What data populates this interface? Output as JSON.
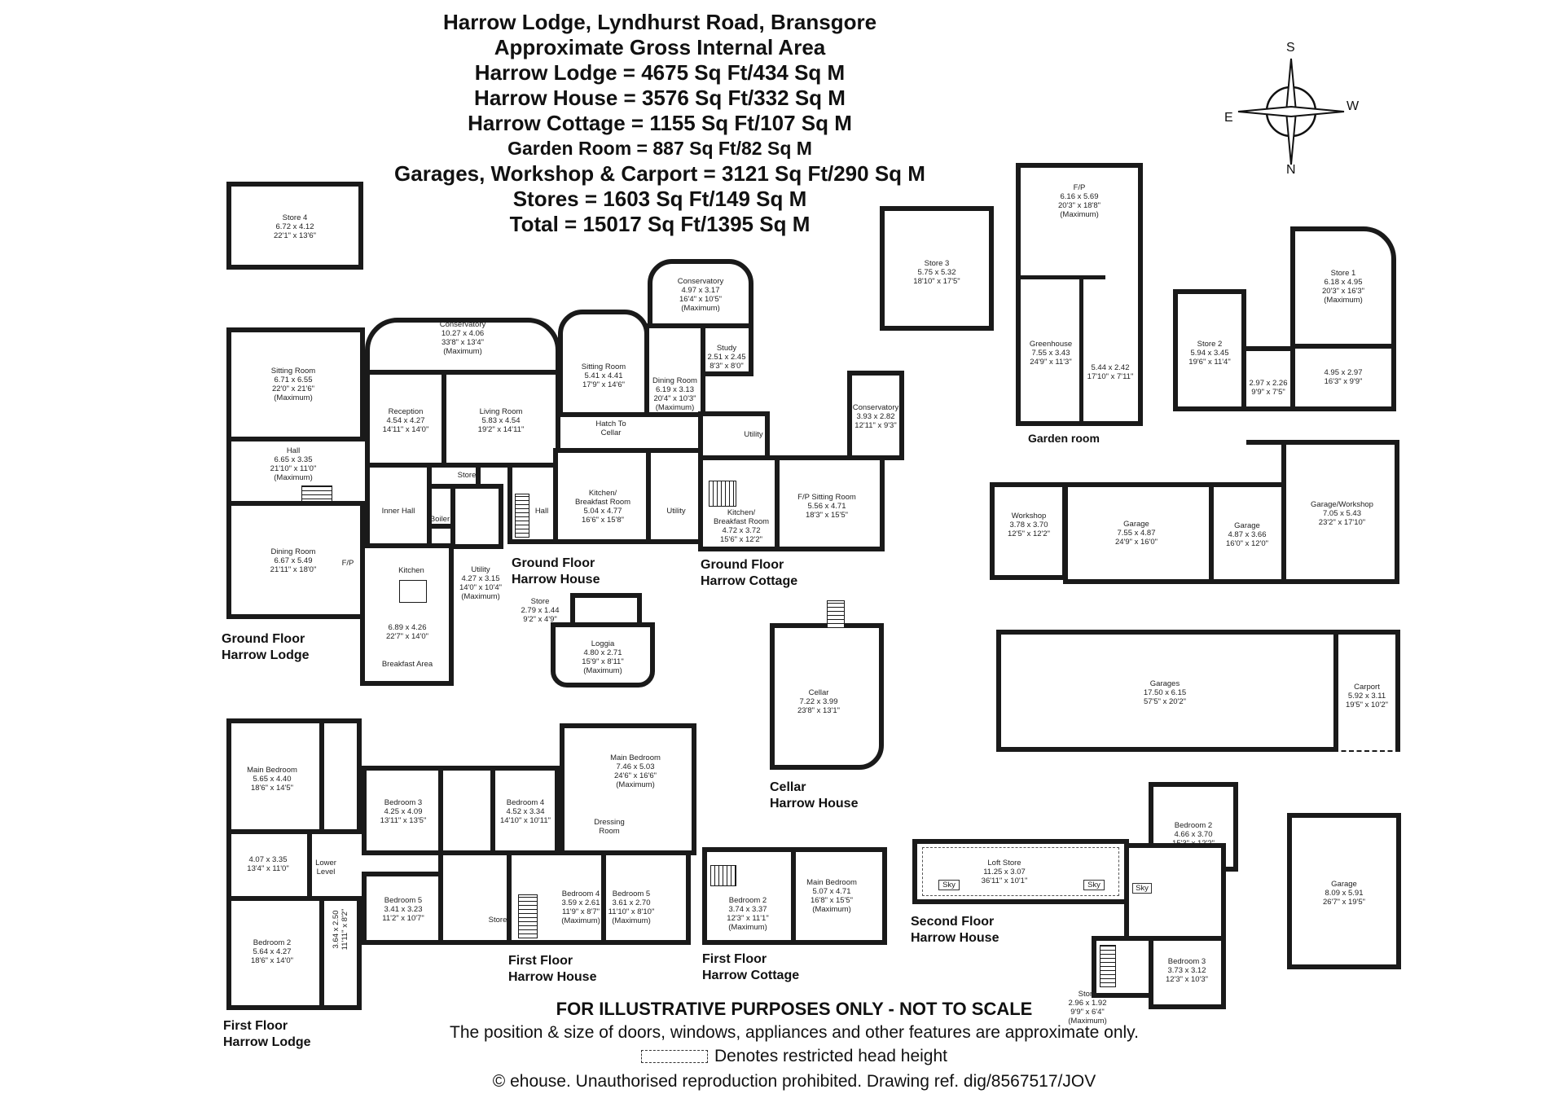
{
  "header": {
    "title": "Harrow Lodge, Lyndhurst Road, Bransgore",
    "subtitle": "Approximate Gross Internal Area",
    "areas": [
      "Harrow Lodge = 4675 Sq Ft/434 Sq M",
      "Harrow House = 3576 Sq Ft/332 Sq M",
      "Harrow Cottage = 1155 Sq Ft/107 Sq M",
      "Garden Room = 887 Sq Ft/82 Sq M",
      "Garages, Workshop & Carport = 3121 Sq Ft/290 Sq M",
      "Stores = 1603 Sq Ft/149 Sq M",
      "Total = 15017 Sq Ft/1395 Sq M"
    ]
  },
  "compass": {
    "n": "S",
    "s": "N",
    "e": "W",
    "w": "E"
  },
  "floor_labels": {
    "gf_lodge": [
      "Ground Floor",
      "Harrow Lodge"
    ],
    "gf_house": [
      "Ground Floor",
      "Harrow House"
    ],
    "gf_cottage": [
      "Ground Floor",
      "Harrow Cottage"
    ],
    "garden_room": [
      "Garden room"
    ],
    "cellar": [
      "Cellar",
      "Harrow House"
    ],
    "ff_lodge": [
      "First Floor",
      "Harrow Lodge"
    ],
    "ff_house": [
      "First Floor",
      "Harrow House"
    ],
    "ff_cottage": [
      "First Floor",
      "Harrow Cottage"
    ],
    "sf_house": [
      "Second Floor",
      "Harrow House"
    ]
  },
  "rooms": {
    "store4": [
      "Store 4",
      "6.72 x 4.12",
      "22'1\" x 13'6\""
    ],
    "store3": [
      "Store 3",
      "5.75 x 5.32",
      "18'10\" x 17'5\""
    ],
    "store2": [
      "Store 2",
      "5.94 x 3.45",
      "19'6\" x 11'4\""
    ],
    "store1": [
      "Store 1",
      "6.18 x 4.95",
      "20'3\" x 16'3\"",
      "(Maximum)"
    ],
    "store_small1": [
      "",
      "2.97 x 2.26",
      "9'9\" x 7'5\""
    ],
    "store_small2": [
      "",
      "4.95 x 2.97",
      "16'3\" x 9'9\""
    ],
    "gr_top": [
      "F/P",
      "6.16 x 5.69",
      "20'3\" x 18'8\"",
      "(Maximum)"
    ],
    "greenhouse": [
      "Greenhouse",
      "7.55 x 3.43",
      "24'9\" x 11'3\""
    ],
    "gr_side": [
      "",
      "5.44 x 2.42",
      "17'10\" x 7'11\""
    ],
    "sitting_lodge": [
      "Sitting Room",
      "6.71 x 6.55",
      "22'0\" x 21'6\"",
      "(Maximum)"
    ],
    "hall_lodge": [
      "Hall",
      "6.65 x 3.35",
      "21'10\" x 11'0\"",
      "(Maximum)"
    ],
    "dining_lodge": [
      "Dining Room",
      "6.67 x 5.49",
      "21'11\" x 18'0\""
    ],
    "conservatory_lodge": [
      "Conservatory",
      "10.27 x 4.06",
      "33'8\" x 13'4\"",
      "(Maximum)"
    ],
    "reception": [
      "Reception",
      "4.54 x 4.27",
      "14'11\" x 14'0\""
    ],
    "living": [
      "Living Room",
      "5.83 x 4.54",
      "19'2\" x 14'11\""
    ],
    "inner_hall": [
      "Inner Hall"
    ],
    "store_lodge": [
      "Store"
    ],
    "boiler": [
      "Boiler"
    ],
    "utility_lodge": [
      "Utility",
      "4.27 x 3.15",
      "14'0\" x 10'4\"",
      "(Maximum)"
    ],
    "kitchen_lodge": [
      "Kitchen"
    ],
    "kitchen_dims": [
      "",
      "6.89 x 4.26",
      "22'7\" x 14'0\""
    ],
    "breakfast": [
      "Breakfast Area"
    ],
    "sitting_house": [
      "Sitting Room",
      "5.41 x 4.41",
      "17'9\" x 14'6\""
    ],
    "hatch": [
      "Hatch To",
      "Cellar"
    ],
    "conservatory_house": [
      "Conservatory",
      "4.97 x 3.17",
      "16'4\" x 10'5\"",
      "(Maximum)"
    ],
    "study": [
      "Study",
      "2.51 x 2.45",
      "8'3\" x 8'0\""
    ],
    "dining_house": [
      "Dining Room",
      "6.19 x 3.13",
      "20'4\" x 10'3\"",
      "(Maximum)"
    ],
    "kitchen_house": [
      "Kitchen/",
      "Breakfast Room",
      "5.04 x 4.77",
      "16'6\" x 15'8\""
    ],
    "hall_house": [
      "Hall"
    ],
    "utility_house": [
      "Utility"
    ],
    "utility_cottage": [
      "Utility"
    ],
    "kitchen_cottage": [
      "Kitchen/",
      "Breakfast Room",
      "4.72 x 3.72",
      "15'6\" x 12'2\""
    ],
    "sitting_cottage": [
      "F/P Sitting Room",
      "5.56 x 4.71",
      "18'3\" x 15'5\""
    ],
    "conservatory_cottage": [
      "Conservatory",
      "3.93 x 2.82",
      "12'11\" x 9'3\""
    ],
    "store_loggia": [
      "Store",
      "2.79 x 1.44",
      "9'2\" x 4'9\""
    ],
    "loggia": [
      "Loggia",
      "4.80 x 2.71",
      "15'9\" x 8'11\"",
      "(Maximum)"
    ],
    "cellar_room": [
      "Cellar",
      "7.22 x 3.99",
      "23'8\" x 13'1\""
    ],
    "workshop": [
      "Workshop",
      "3.78 x 3.70",
      "12'5\" x 12'2\""
    ],
    "garage1": [
      "Garage",
      "7.55 x 4.87",
      "24'9\" x 16'0\""
    ],
    "garage2": [
      "Garage",
      "4.87 x 3.66",
      "16'0\" x 12'0\""
    ],
    "garage_workshop": [
      "Garage/Workshop",
      "7.05 x 5.43",
      "23'2\" x 17'10\""
    ],
    "garages": [
      "Garages",
      "17.50 x 6.15",
      "57'5\" x 20'2\""
    ],
    "carport": [
      "Carport",
      "5.92 x 3.11",
      "19'5\" x 10'2\""
    ],
    "garage_single": [
      "Garage",
      "8.09 x 5.91",
      "26'7\" x 19'5\""
    ],
    "main_bed_lodge": [
      "Main Bedroom",
      "5.65 x 4.40",
      "18'6\" x 14'5\""
    ],
    "bed3_lodge": [
      "Bedroom 3",
      "4.25 x 4.09",
      "13'11\" x 13'5\""
    ],
    "bed4_lodge": [
      "Bedroom 4",
      "4.52 x 3.34",
      "14'10\" x 10'11\""
    ],
    "landing_lodge": [
      "",
      "4.07 x 3.35",
      "13'4\" x 11'0\""
    ],
    "lower_level": [
      "Lower",
      "Level"
    ],
    "bed5_lodge": [
      "Bedroom 5",
      "3.41 x 3.23",
      "11'2\" x 10'7\""
    ],
    "bed2_lodge": [
      "Bedroom 2",
      "5.64 x 4.27",
      "18'6\" x 14'0\""
    ],
    "small_lodge": [
      "",
      "3.64 x 2.50",
      "11'11\" x 8'2\""
    ],
    "store_ff": [
      "Store"
    ],
    "main_bed_house": [
      "Main Bedroom",
      "7.46 x 5.03",
      "24'6\" x 16'6\"",
      "(Maximum)"
    ],
    "dressing": [
      "Dressing",
      "Room"
    ],
    "bed4_house": [
      "Bedroom 4",
      "3.59 x 2.61",
      "11'9\" x 8'7\"",
      "(Maximum)"
    ],
    "bed5_house": [
      "Bedroom 5",
      "3.61 x 2.70",
      "11'10\" x 8'10\"",
      "(Maximum)"
    ],
    "bed2_cottage": [
      "Bedroom 2",
      "3.74 x 3.37",
      "12'3\" x 11'1\"",
      "(Maximum)"
    ],
    "main_bed_cottage": [
      "Main Bedroom",
      "5.07 x 4.71",
      "16'8\" x 15'5\"",
      "(Maximum)"
    ],
    "loft_store": [
      "Loft Store",
      "11.25 x 3.07",
      "36'11\" x 10'1\""
    ],
    "sky": [
      "Sky"
    ],
    "bed2_sf": [
      "Bedroom 2",
      "4.66 x 3.70",
      "15'3\" x 12'2\""
    ],
    "bed3_sf": [
      "Bedroom 3",
      "3.73 x 3.12",
      "12'3\" x 10'3\""
    ],
    "store_sf": [
      "Store",
      "2.96 x 1.92",
      "9'9\" x 6'4\"",
      "(Maximum)"
    ],
    "fp": [
      "F/P"
    ]
  },
  "footer": {
    "disclaimer": "FOR ILLUSTRATIVE PURPOSES ONLY - NOT TO SCALE",
    "note": "The position & size of doors, windows, appliances and other features are approximate only.",
    "restricted": "Denotes restricted head height",
    "copyright": "© ehouse. Unauthorised reproduction prohibited. Drawing ref. dig/8567517/JOV"
  }
}
